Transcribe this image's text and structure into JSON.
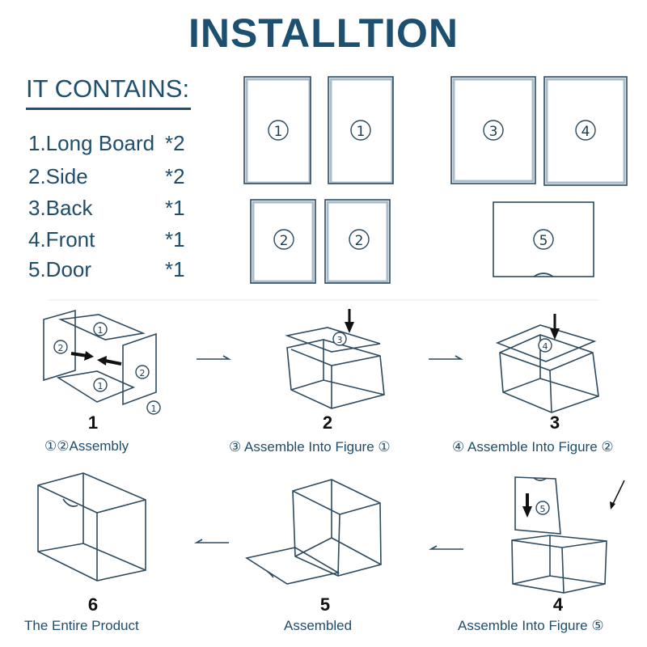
{
  "title": "INSTALLTION",
  "contains": {
    "heading": "IT CONTAINS:",
    "items": [
      {
        "name": "1.Long Board",
        "qty": "*2"
      },
      {
        "name": "2.Side",
        "qty": "*2"
      },
      {
        "name": "3.Back",
        "qty": "*1"
      },
      {
        "name": "4.Front",
        "qty": "*1"
      },
      {
        "name": "5.Door",
        "qty": "*1"
      }
    ]
  },
  "panel_labels": {
    "p1": "1",
    "p2": "2",
    "p3": "3",
    "p4": "4",
    "p5": "5"
  },
  "steps": [
    {
      "number": "1",
      "label": "①②Assembly"
    },
    {
      "number": "2",
      "label": "③ Assemble Into Figure ①"
    },
    {
      "number": "3",
      "label": "④ Assemble Into Figure ②"
    },
    {
      "number": "4",
      "label": "Assemble Into Figure ⑤"
    },
    {
      "number": "5",
      "label": "Assembled"
    },
    {
      "number": "6",
      "label": "The Entire Product"
    }
  ],
  "colors": {
    "title": "#1c4f70",
    "text": "#1f4d6b",
    "line": "#2d4a5e"
  }
}
